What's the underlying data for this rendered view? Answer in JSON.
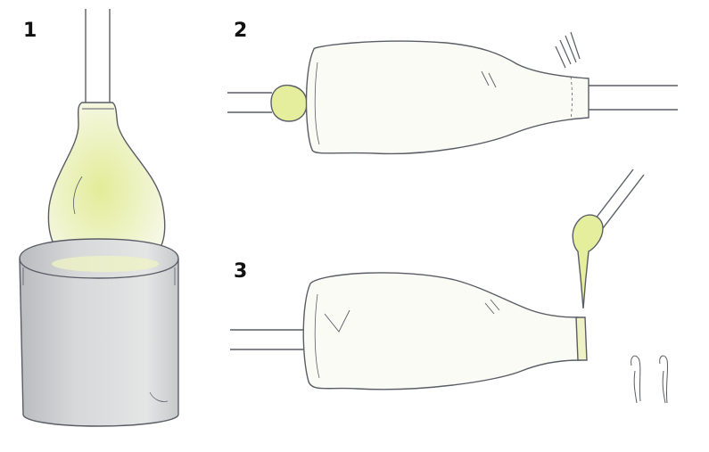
{
  "steps": [
    {
      "number": "1"
    },
    {
      "number": "2"
    },
    {
      "number": "3"
    }
  ],
  "colors": {
    "ink": "#5a5d66",
    "glass_tint": "#eef2c4",
    "glass_glow": "#e4ee9c",
    "mold_shade": "#c9ccce",
    "paper": "#ffffff"
  },
  "icons": [
    "glass-bottle-in-mold",
    "blowpipe",
    "hot-glass-gather",
    "punty-rod",
    "shears-tool"
  ]
}
